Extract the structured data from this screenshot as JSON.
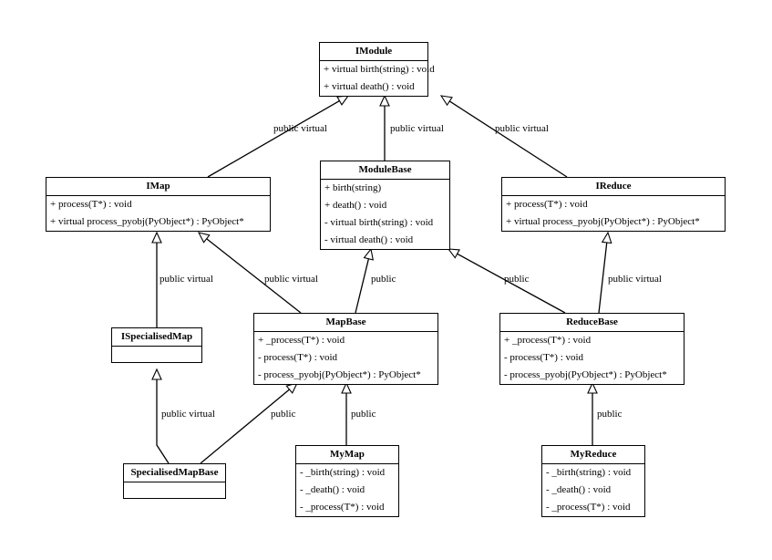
{
  "classes": {
    "imodule": {
      "name": "IModule",
      "members": [
        "+ virtual birth(string) : void",
        "+ virtual death() : void"
      ]
    },
    "imap": {
      "name": "IMap",
      "members": [
        "+ process(T*) : void",
        "+ virtual process_pyobj(PyObject*) : PyObject*"
      ]
    },
    "modulebase": {
      "name": "ModuleBase",
      "members": [
        "+ birth(string)",
        "+ death() : void",
        "- virtual birth(string) : void",
        "- virtual death() : void"
      ]
    },
    "ireduce": {
      "name": "IReduce",
      "members": [
        "+ process(T*) : void",
        "+ virtual process_pyobj(PyObject*) : PyObject*"
      ]
    },
    "ispecialisedmap": {
      "name": "ISpecialisedMap",
      "members": []
    },
    "mapbase": {
      "name": "MapBase",
      "members": [
        "+ _process(T*) : void",
        "- process(T*) : void",
        "- process_pyobj(PyObject*) : PyObject*"
      ]
    },
    "reducebase": {
      "name": "ReduceBase",
      "members": [
        "+ _process(T*) : void",
        "- process(T*) : void",
        "- process_pyobj(PyObject*) : PyObject*"
      ]
    },
    "specialisedmapbase": {
      "name": "SpecialisedMapBase",
      "members": []
    },
    "mymap": {
      "name": "MyMap",
      "members": [
        "- _birth(string) : void",
        "- _death() : void",
        "- _process(T*) : void"
      ]
    },
    "myreduce": {
      "name": "MyReduce",
      "members": [
        "- _birth(string) : void",
        "- _death() : void",
        "- _process(T*) : void"
      ]
    }
  },
  "relations": [
    {
      "id": "imap-imodule",
      "from": "imap",
      "to": "imodule",
      "label": "public virtual"
    },
    {
      "id": "modulebase-imodule",
      "from": "modulebase",
      "to": "imodule",
      "label": "public virtual"
    },
    {
      "id": "ireduce-imodule",
      "from": "ireduce",
      "to": "imodule",
      "label": "public virtual"
    },
    {
      "id": "ispecialisedmap-imap",
      "from": "ispecialisedmap",
      "to": "imap",
      "label": "public virtual"
    },
    {
      "id": "mapbase-imap",
      "from": "mapbase",
      "to": "imap",
      "label": "public virtual"
    },
    {
      "id": "mapbase-modulebase",
      "from": "mapbase",
      "to": "modulebase",
      "label": "public"
    },
    {
      "id": "reducebase-modulebase",
      "from": "reducebase",
      "to": "modulebase",
      "label": "public"
    },
    {
      "id": "reducebase-ireduce",
      "from": "reducebase",
      "to": "ireduce",
      "label": "public virtual"
    },
    {
      "id": "specialisedmapbase-ispecialisedmap",
      "from": "specialisedmapbase",
      "to": "ispecialisedmap",
      "label": "public virtual"
    },
    {
      "id": "specialisedmapbase-mapbase",
      "from": "specialisedmapbase",
      "to": "mapbase",
      "label": "public"
    },
    {
      "id": "mymap-mapbase",
      "from": "mymap",
      "to": "mapbase",
      "label": "public"
    },
    {
      "id": "myreduce-reducebase",
      "from": "myreduce",
      "to": "reducebase",
      "label": "public"
    }
  ]
}
